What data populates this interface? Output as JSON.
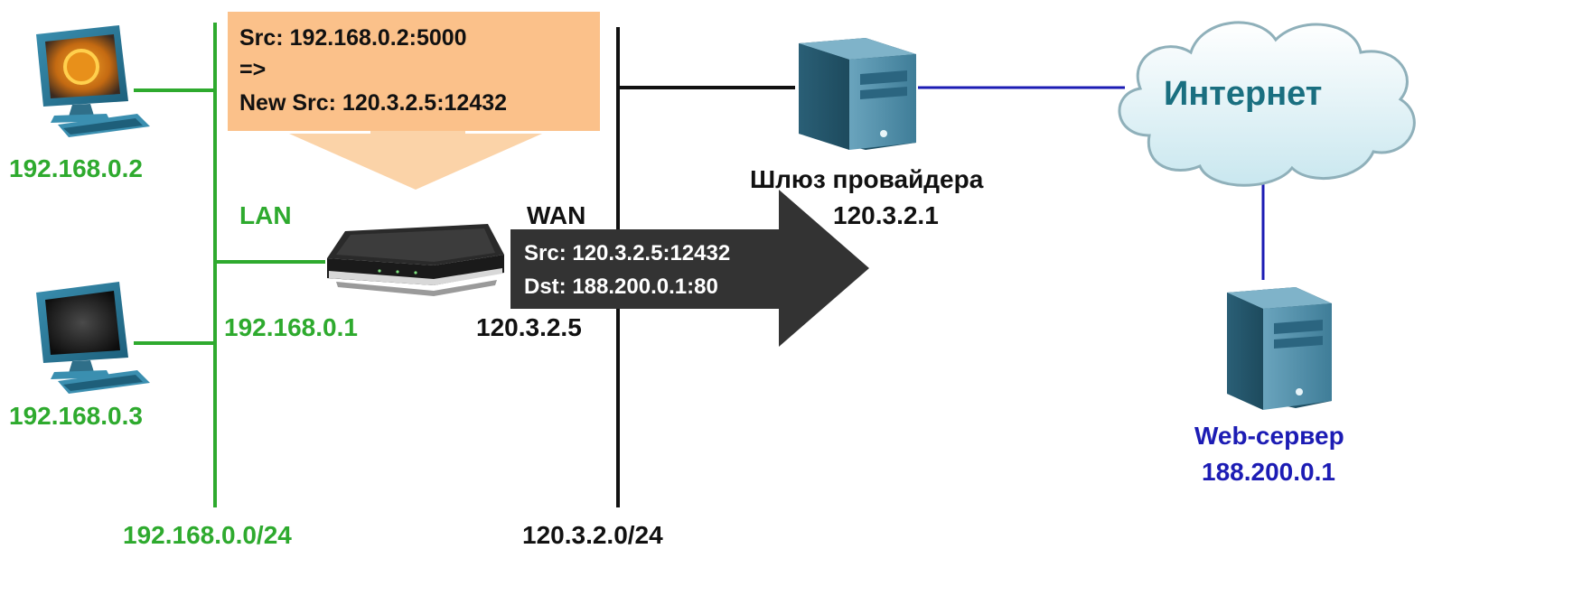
{
  "hosts": [
    {
      "ip": "192.168.0.2",
      "screen": "browser"
    },
    {
      "ip": "192.168.0.3",
      "screen": "blank"
    }
  ],
  "lan": {
    "label": "LAN",
    "subnet": "192.168.0.0/24"
  },
  "router": {
    "lan_ip": "192.168.0.1",
    "wan_label": "WAN",
    "wan_ip": "120.3.2.5"
  },
  "wan": {
    "subnet": "120.3.2.0/24"
  },
  "nat_box": {
    "line1": "Src: 192.168.0.2:5000",
    "line2": "=>",
    "line3": "New Src: 120.3.2.5:12432",
    "color": "#fbc18a"
  },
  "packet": {
    "src": "Src: 120.3.2.5:12432",
    "dst": "Dst: 188.200.0.1:80",
    "color": "#333333"
  },
  "isp_gateway": {
    "label": "Шлюз провайдера",
    "ip": "120.3.2.1"
  },
  "internet": {
    "label": "Интернет"
  },
  "web_server": {
    "label": "Web-сервер",
    "ip": "188.200.0.1"
  },
  "colors": {
    "lan": "#2eaa2e",
    "wan": "#111111",
    "uplink": "#1c1cb4"
  }
}
